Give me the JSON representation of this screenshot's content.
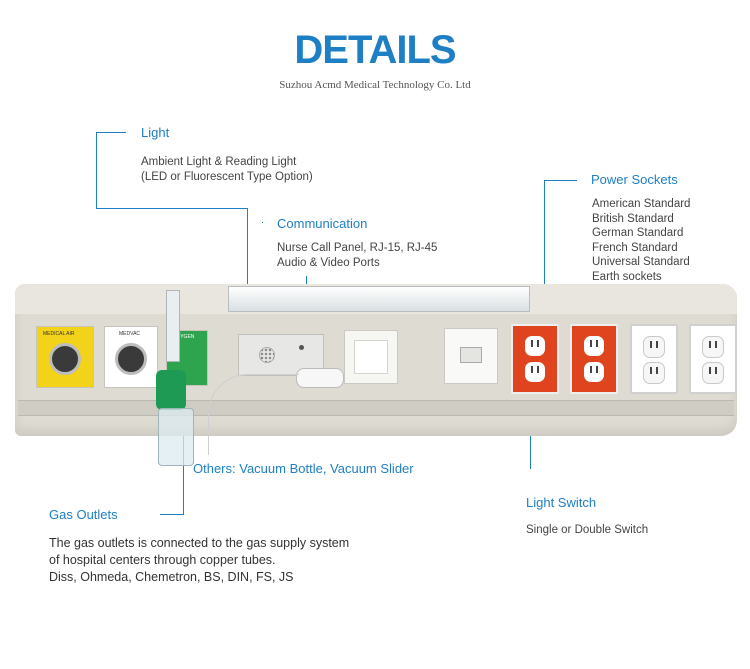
{
  "header": {
    "title": "DETAILS",
    "company": "Suzhou Acmd Medical Technology Co. Ltd"
  },
  "callouts": {
    "light": {
      "heading": "Light",
      "text": "Ambient Light & Reading Light\n(LED or Fluorescent Type Option)"
    },
    "communication": {
      "heading": "Communication",
      "text": "Nurse Call Panel, RJ-15, RJ-45\nAudio & Video Ports"
    },
    "power": {
      "heading": "Power Sockets",
      "items": [
        "American Standard",
        "British Standard",
        "German Standard",
        "French Standard",
        "Universal Standard",
        "Earth sockets"
      ]
    },
    "others": {
      "heading": "Others: Vacuum Bottle, Vacuum Slider"
    },
    "gas": {
      "heading": "Gas Outlets",
      "text": "The gas outlets is connected to the gas supply system\nof hospital centers through copper tubes.\nDiss, Ohmeda, Chemetron, BS, DIN, FS, JS"
    },
    "light_switch": {
      "heading": "Light Switch",
      "text": "Single or Double Switch"
    }
  },
  "panel": {
    "gas_labels": [
      "MEDICAL AIR",
      "MEDVAC",
      "OXYGEN"
    ]
  },
  "colors": {
    "accent": "#1e7fc4",
    "panel": "#dedbd2",
    "socket_red": "#e0441f",
    "gas_yellow": "#f3d21a",
    "gas_green": "#2ea44f"
  }
}
